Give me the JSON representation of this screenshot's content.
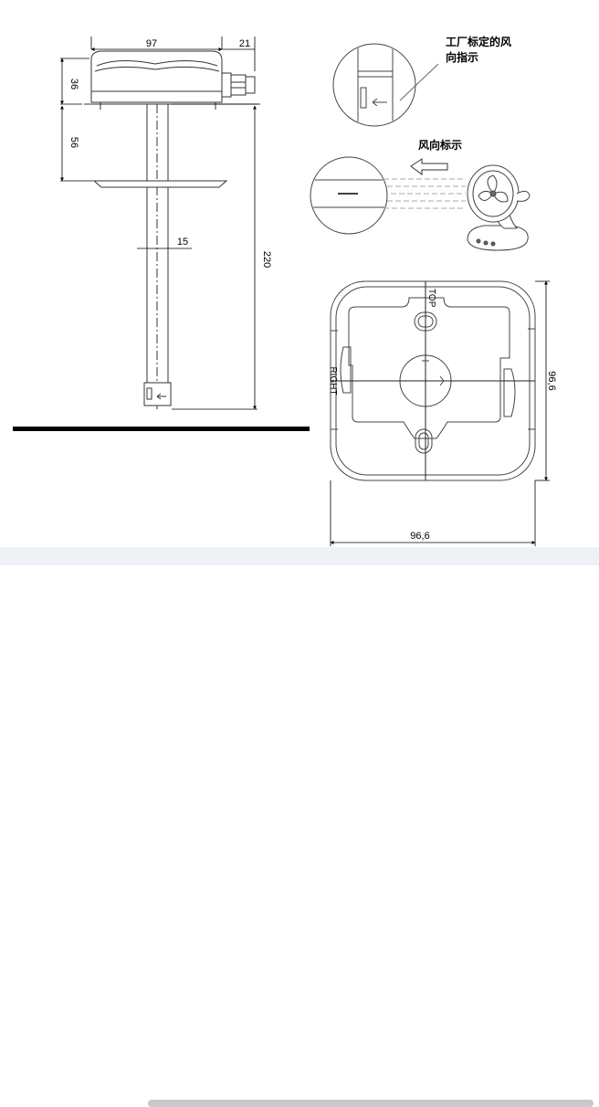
{
  "sensor_drawing": {
    "dim_width": "97",
    "dim_gland": "21",
    "dim_head_height": "36",
    "dim_flange_offset": "56",
    "dim_probe_dia": "15",
    "dim_total_length": "220"
  },
  "calibration_note": {
    "line1": "工厂标定的风",
    "line2": "向指示"
  },
  "airflow_note": {
    "label": "风向标示"
  },
  "bracket_drawing": {
    "label_top": "TOP",
    "label_right": "RIGHT",
    "dim_height": "96,6",
    "dim_width": "96,6"
  }
}
